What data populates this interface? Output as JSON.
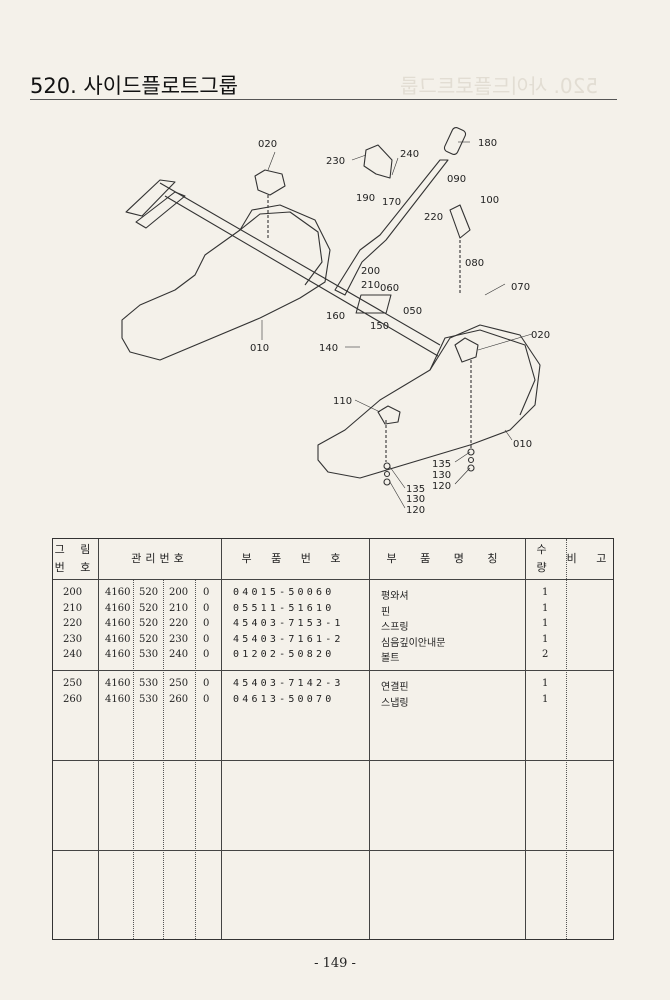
{
  "title": "520. 사이드플로트그룹",
  "diagram_labels": [
    "020",
    "230",
    "240",
    "180",
    "190",
    "170",
    "090",
    "100",
    "220",
    "200",
    "210",
    "060",
    "080",
    "070",
    "050",
    "160",
    "010",
    "150",
    "140",
    "020",
    "110",
    "010",
    "135",
    "130",
    "120",
    "135",
    "130",
    "120"
  ],
  "table": {
    "headers": {
      "fig_no": "그 림\n번 호",
      "mgmt_no": "관리번호",
      "part_no": "부 품 번 호",
      "part_name": "부 품 명 칭",
      "qty": "수 량",
      "remarks": "비 고"
    },
    "groups": [
      [
        {
          "fig": "200",
          "m1": "4160",
          "m2": "520",
          "m3": "200",
          "m4": "0",
          "part": "04015-50060",
          "name": "평와셔",
          "qty": "1"
        },
        {
          "fig": "210",
          "m1": "4160",
          "m2": "520",
          "m3": "210",
          "m4": "0",
          "part": "05511-51610",
          "name": "핀",
          "qty": "1"
        },
        {
          "fig": "220",
          "m1": "4160",
          "m2": "520",
          "m3": "220",
          "m4": "0",
          "part": "45403-7153-1",
          "name": "스프링",
          "qty": "1"
        },
        {
          "fig": "230",
          "m1": "4160",
          "m2": "520",
          "m3": "230",
          "m4": "0",
          "part": "45403-7161-2",
          "name": "심음깊이안내문",
          "qty": "1"
        },
        {
          "fig": "240",
          "m1": "4160",
          "m2": "530",
          "m3": "240",
          "m4": "0",
          "part": "01202-50820",
          "name": "볼트",
          "qty": "2"
        }
      ],
      [
        {
          "fig": "250",
          "m1": "4160",
          "m2": "530",
          "m3": "250",
          "m4": "0",
          "part": "45403-7142-3",
          "name": "연결핀",
          "qty": "1"
        },
        {
          "fig": "260",
          "m1": "4160",
          "m2": "530",
          "m3": "260",
          "m4": "0",
          "part": "04613-50070",
          "name": "스냅링",
          "qty": "1"
        }
      ]
    ]
  },
  "page_number": "- 149 -"
}
